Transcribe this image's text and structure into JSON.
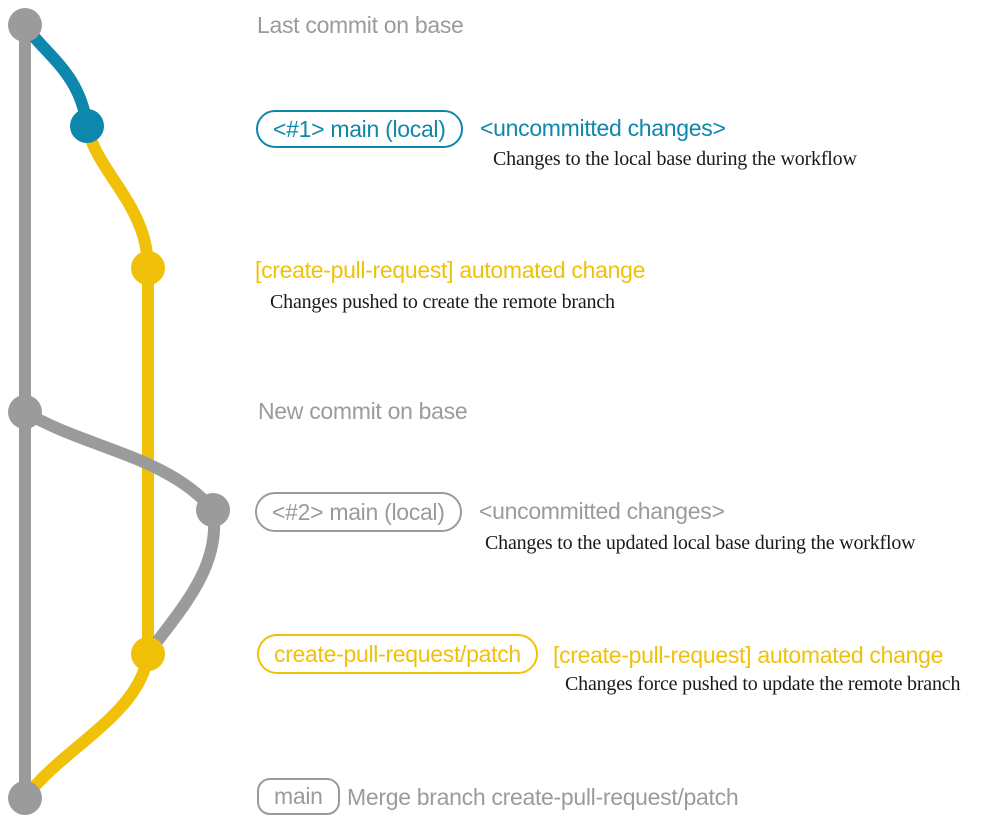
{
  "colors": {
    "gray": "#9b9b9b",
    "blue": "#0e87ad",
    "yellow": "#f1c109",
    "ink": "#1a1a1a"
  },
  "rows": {
    "last_commit": {
      "label": "Last commit on base"
    },
    "row1": {
      "badge": "<#1> main (local)",
      "message": "<uncommitted changes>",
      "description": "Changes to the local base during the workflow"
    },
    "row2": {
      "message": "[create-pull-request] automated change",
      "description": "Changes pushed to create the remote branch"
    },
    "new_commit": {
      "label": "New commit on base"
    },
    "row3": {
      "badge": "<#2> main (local)",
      "message": "<uncommitted changes>",
      "description": "Changes to the updated local base during the workflow"
    },
    "row4": {
      "badge": "create-pull-request/patch",
      "message": "[create-pull-request] automated change",
      "description": "Changes force pushed to update the remote branch"
    },
    "merge": {
      "badge": "main",
      "message": "Merge branch create-pull-request/patch"
    }
  },
  "graph": {
    "branches": [
      {
        "name": "base",
        "color": "gray"
      },
      {
        "name": "main (local)",
        "color": "blue"
      },
      {
        "name": "create-pull-request/patch",
        "color": "yellow"
      }
    ],
    "commits": [
      {
        "id": "last-commit-on-base",
        "branch": "base",
        "color": "gray"
      },
      {
        "id": "main-local-1",
        "branch": "main (local)",
        "color": "blue"
      },
      {
        "id": "automated-change-1",
        "branch": "create-pull-request/patch",
        "color": "yellow"
      },
      {
        "id": "new-commit-on-base",
        "branch": "base",
        "color": "gray"
      },
      {
        "id": "main-local-2",
        "branch": "main (local)",
        "color": "gray"
      },
      {
        "id": "automated-change-2",
        "branch": "create-pull-request/patch",
        "color": "yellow"
      },
      {
        "id": "merge-commit",
        "branch": "base",
        "color": "gray"
      }
    ]
  }
}
